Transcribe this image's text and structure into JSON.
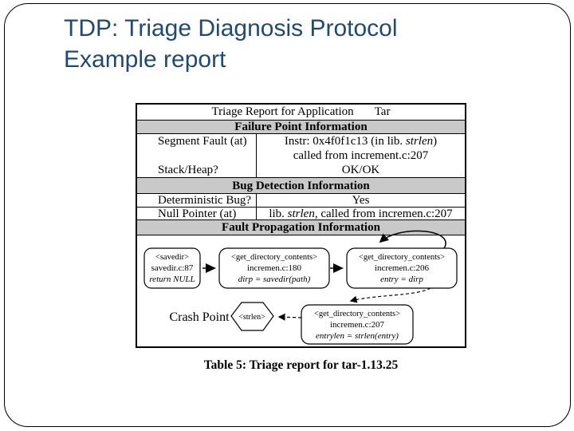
{
  "slide": {
    "title_line1": "TDP: Triage Diagnosis Protocol",
    "title_line2": "Example report"
  },
  "colors": {
    "title_text": "#1F4A73",
    "table_band": "#C9C9C9",
    "table_lines": "#000000"
  },
  "report_table": {
    "app_row": {
      "label": "Triage Report for Application",
      "value": "Tar"
    },
    "failure": {
      "header": "Failure Point Information",
      "segment_label": "Segment Fault (at)",
      "stack_label": "Stack/Heap?",
      "instr_prefix": "Instr: 0x4f0f1c13 (in lib. ",
      "instr_italic": "strlen",
      "instr_suffix": ")",
      "instr_line2": "called from increment.c:207",
      "stack_value": "OK/OK"
    },
    "bug": {
      "header": "Bug Detection Information",
      "deterministic_label": "Deterministic Bug?",
      "deterministic_value": "Yes",
      "null_label": "Null Pointer (at)",
      "null_prefix": "lib. ",
      "null_italic": "strlen",
      "null_suffix": ", called from incremen.c:207"
    },
    "propagation": {
      "header": "Fault Propagation Information"
    }
  },
  "diagram": {
    "crash_point_label": "Crash Point",
    "hexagon_label": "<strlen>",
    "box_savedir": {
      "title": "<savedir>",
      "loc": "savedir.c:87",
      "expr": "return NULL"
    },
    "box_180": {
      "title": "<get_directory_contents>",
      "loc": "incremen.c:180",
      "expr": "dirp = savedir(path)"
    },
    "box_206": {
      "title": "<get_directory_contents>",
      "loc": "incremen.c:206",
      "expr": "entry = dirp"
    },
    "box_207": {
      "title": "<get_directory_contents>",
      "loc": "incremen.c:207",
      "expr": "entrylen = strlen(entry)"
    }
  },
  "caption": "Table 5: Triage report for tar-1.13.25"
}
